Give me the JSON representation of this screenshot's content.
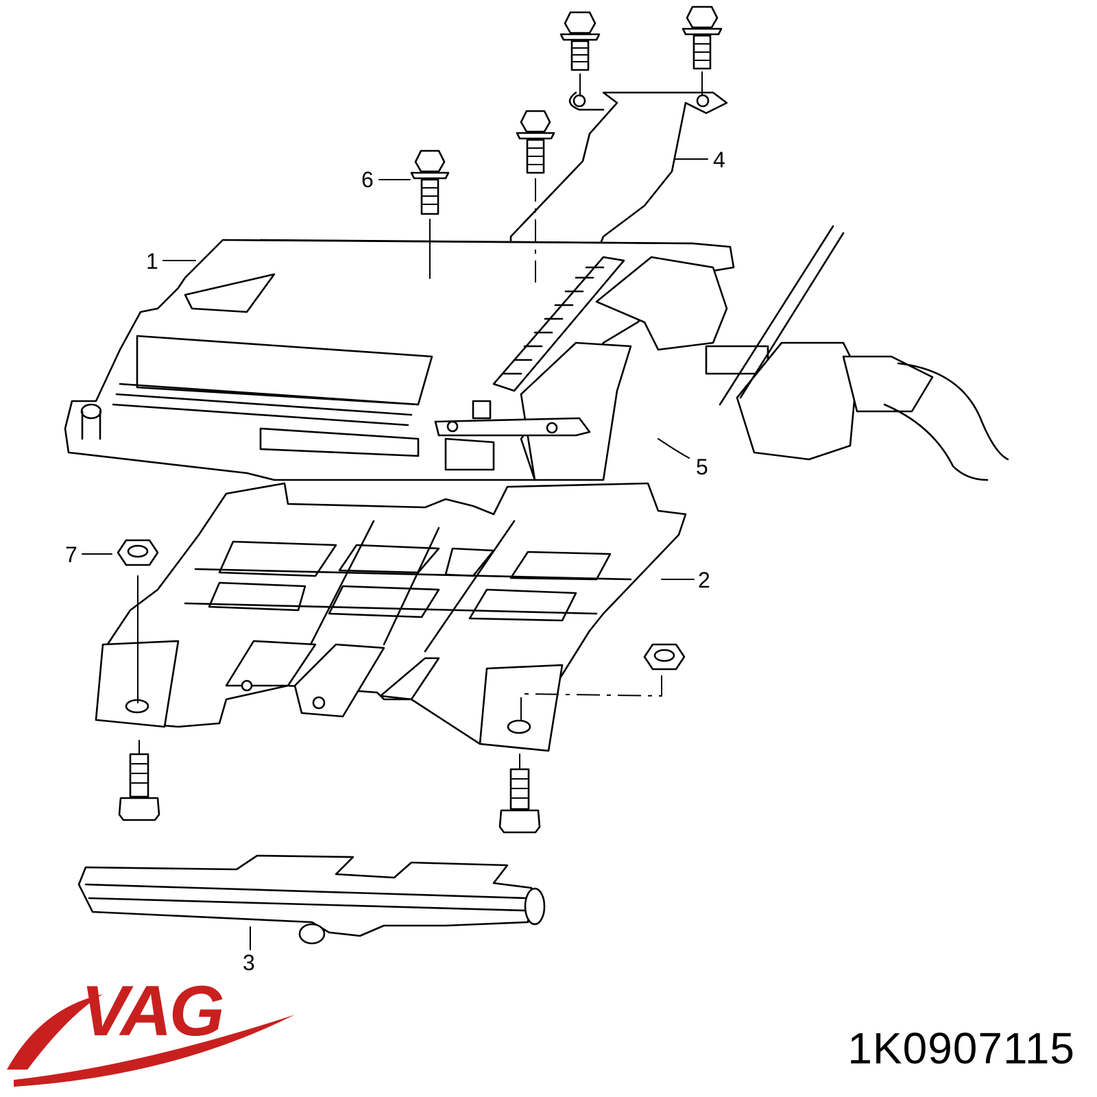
{
  "brand": {
    "logo_text": "VAG",
    "color": "#c8201f"
  },
  "part_number": "1K0907115",
  "callouts": [
    {
      "id": "1",
      "label": "1"
    },
    {
      "id": "2",
      "label": "2"
    },
    {
      "id": "3",
      "label": "3"
    },
    {
      "id": "4",
      "label": "4"
    },
    {
      "id": "5",
      "label": "5"
    },
    {
      "id": "6",
      "label": "6"
    },
    {
      "id": "7",
      "label": "7"
    }
  ]
}
